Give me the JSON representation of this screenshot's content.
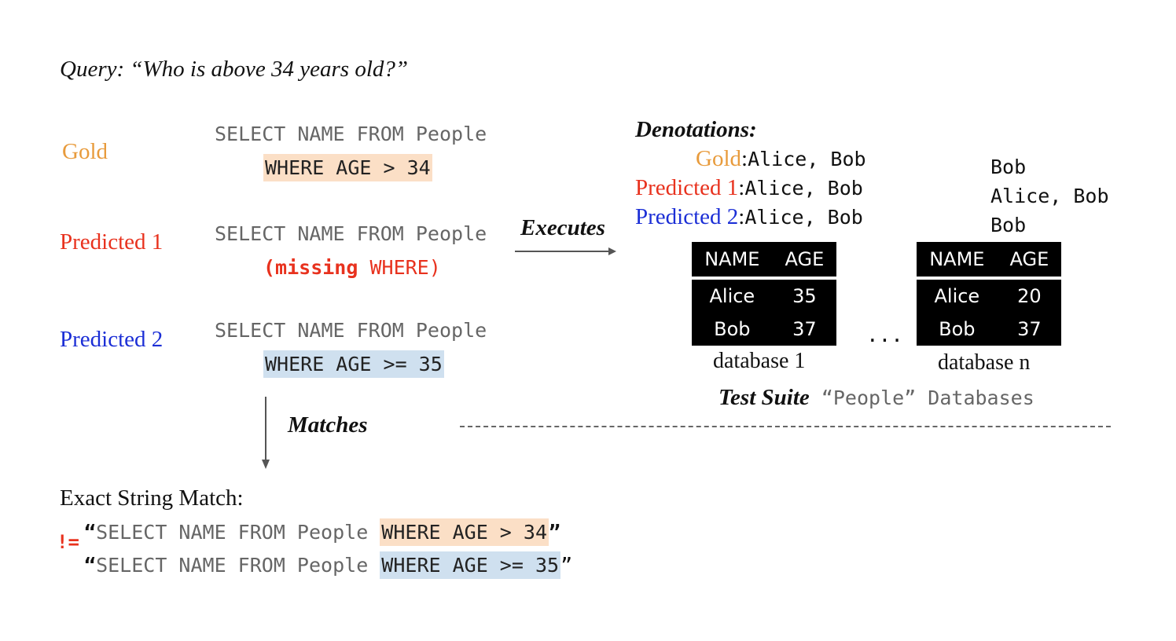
{
  "query": "Query: “Who is above 34 years old?”",
  "colors": {
    "gold": "#e89b3c",
    "predicted1": "#e8321e",
    "predicted2": "#1c2fd6",
    "highlight_orange": "#fbdfc6",
    "highlight_blue": "#cfe0ef"
  },
  "rows": {
    "gold": {
      "label": "Gold",
      "line1": "SELECT NAME FROM People",
      "line2": "WHERE AGE > 34"
    },
    "predicted1": {
      "label": "Predicted 1",
      "line1": "SELECT NAME FROM People",
      "line2_bold": "(missing",
      "line2_rest": " WHERE)"
    },
    "predicted2": {
      "label": "Predicted 2",
      "line1": "SELECT NAME FROM People",
      "line2": "WHERE AGE >= 35"
    }
  },
  "arrows": {
    "executes": "Executes",
    "matches": "Matches"
  },
  "denotations": {
    "title": "Denotations:",
    "gold_label": "Gold",
    "predicted1_label": "Predicted 1",
    "predicted2_label": "Predicted 2",
    "colon": ":",
    "db1_value": "Alice, Bob",
    "dbn_values": [
      "Bob",
      "Alice, Bob",
      "Bob"
    ]
  },
  "databases": [
    {
      "name": "database 1",
      "headers": [
        "NAME",
        "AGE"
      ],
      "rows": [
        [
          "Alice",
          "35"
        ],
        [
          "Bob",
          "37"
        ]
      ]
    },
    {
      "name": "database n",
      "headers": [
        "NAME",
        "AGE"
      ],
      "rows": [
        [
          "Alice",
          "20"
        ],
        [
          "Bob",
          "37"
        ]
      ]
    }
  ],
  "ellipsis": "...",
  "test_suite": {
    "title": "Test Suite",
    "rest": "“People” Databases"
  },
  "exact_match": {
    "title": "Exact String Match:",
    "not_equal": "!=",
    "line1_prefix": "“",
    "line1_plain": "SELECT NAME FROM People ",
    "line1_hl": "WHERE AGE > 34",
    "line1_suffix": "”",
    "line2_prefix": "“",
    "line2_plain": "SELECT NAME FROM People ",
    "line2_hl": "WHERE AGE >= 35",
    "line2_suffix": "”"
  }
}
